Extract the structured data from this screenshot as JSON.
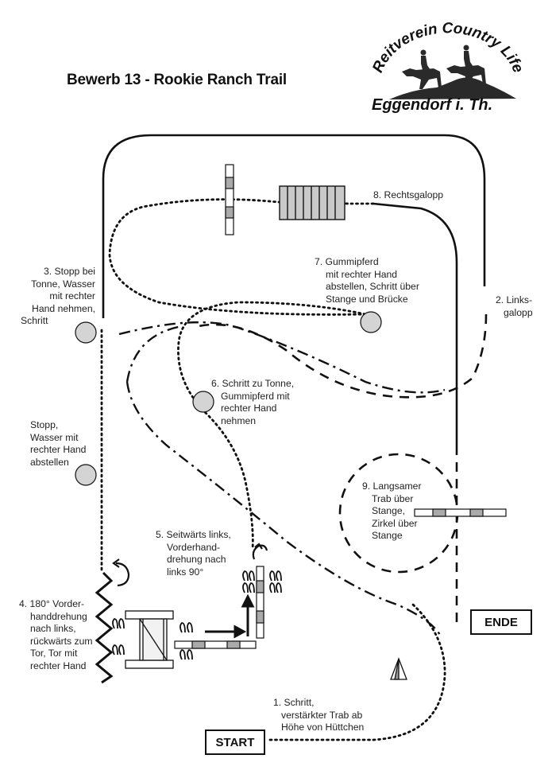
{
  "title": "Bewerb 13 - Rookie Ranch Trail",
  "logo": {
    "arc_text": "Reitverein Country Life",
    "subtitle": "Eggendorf i. Th."
  },
  "start_label": "START",
  "end_label": "ENDE",
  "labels": {
    "l1": [
      "1. Schritt,",
      "verstärkter Trab ab",
      "Höhe von Hüttchen"
    ],
    "l2": [
      "2. Links-",
      "galopp"
    ],
    "l3": [
      "3. Stopp bei",
      "Tonne, Wasser",
      "mit rechter",
      "Hand nehmen,",
      "Schritt"
    ],
    "lstopp": [
      "Stopp,",
      "Wasser mit",
      "rechter Hand",
      "abstellen"
    ],
    "l4": [
      "4. 180° Vorder-",
      "handdrehung",
      "nach links,",
      "rückwärts zum",
      "Tor, Tor mit",
      "rechter Hand"
    ],
    "l5": [
      "5. Seitwärts links,",
      "Vorderhand-",
      "drehung nach",
      "links 90°"
    ],
    "l6": [
      "6. Schritt zu Tonne,",
      "Gummipferd mit",
      "rechter Hand",
      "nehmen"
    ],
    "l7": [
      "7. Gummipferd",
      "mit rechter Hand",
      "abstellen, Schritt über",
      "Stange und Brücke"
    ],
    "l8": [
      "8. Rechtsgalopp"
    ],
    "l9": [
      "9. Langsamer",
      "Trab über",
      "Stange,",
      "Zirkel über",
      "Stange"
    ]
  },
  "colors": {
    "ink": "#111111",
    "barrel": "#d4d4d4",
    "pole_gray": "#aaaaaa",
    "logo_dark": "#2a2a2a"
  }
}
